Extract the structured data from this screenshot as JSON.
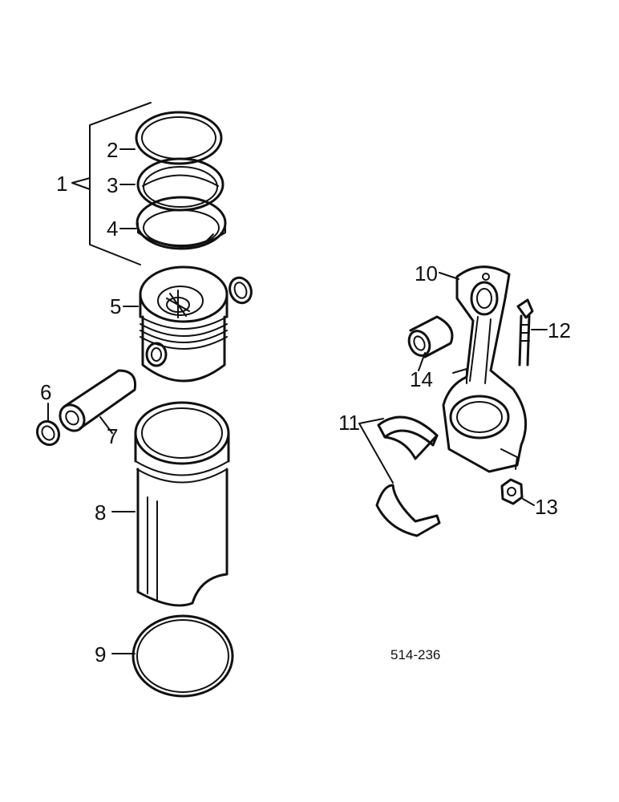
{
  "callouts": {
    "c1": "1",
    "c2": "2",
    "c3": "3",
    "c4": "4",
    "c5": "5",
    "c6": "6",
    "c7": "7",
    "c8": "8",
    "c9": "9",
    "c10": "10",
    "c11": "11",
    "c12": "12",
    "c13": "13",
    "c14": "14"
  },
  "drawing_code": "514-236"
}
